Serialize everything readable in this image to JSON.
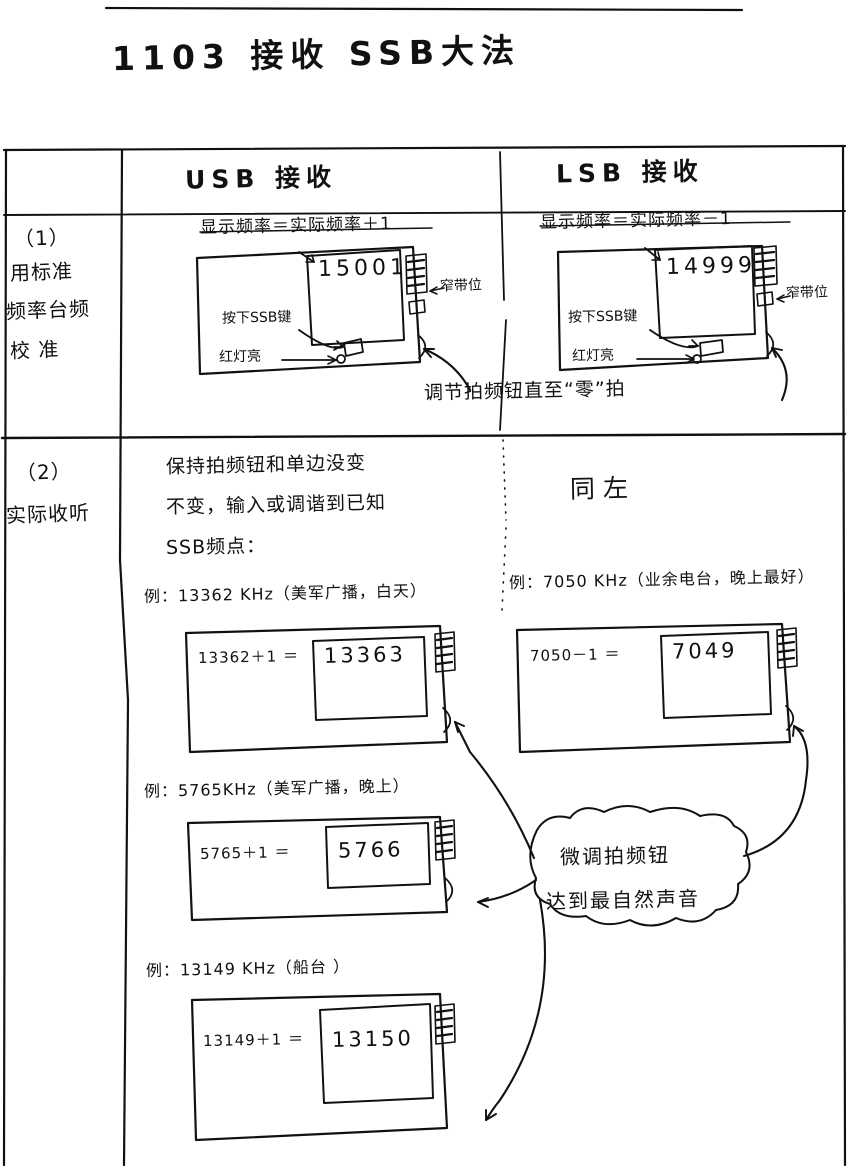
{
  "page": {
    "title": "1103  接收 SSB大法"
  },
  "table": {
    "columns": [
      {
        "header": "USB 接收"
      },
      {
        "header": "LSB 接收"
      }
    ],
    "rows": [
      {
        "label_number": "（1）",
        "label_text": "用标准\n频率台频\n校  准",
        "label_line1": "用标准",
        "label_line2": "频率台频",
        "label_line3": "校 准",
        "usb": {
          "formula": "显示频率＝实际频率＋1",
          "display_value": "15001",
          "button_note": "按下SSB键",
          "led_note": "红灯亮",
          "side_note": "窄带位"
        },
        "lsb": {
          "formula": "显示频率＝实际频率－1",
          "display_value": "14999",
          "button_note": "按下SSB键",
          "led_note": "红灯亮",
          "side_note": "窄带位"
        },
        "bottom_note": "调节拍频钮直至“零”拍"
      },
      {
        "label_number": "（2）",
        "label_text": "实际收听",
        "usb": {
          "instruction_line1": "保持拍频钮和单边没变",
          "instruction_line2": "不变，输入或调谐到已知",
          "instruction_line3": "SSB频点：",
          "examples": [
            {
              "caption": "例：13362 KHz（美军广播，白天）",
              "calc_left": "13362＋1 ＝",
              "calc_result": "13363"
            },
            {
              "caption": "例：5765KHz（美军广播，晚上）",
              "calc_left": "5765＋1 ＝",
              "calc_result": "5766"
            },
            {
              "caption": "例：13149 KHz（船台 ）",
              "calc_left": "13149＋1 ＝",
              "calc_result": "13150"
            }
          ]
        },
        "lsb": {
          "same_as_left": "同左",
          "examples": [
            {
              "caption": "例：7050 KHz（业余电台，晚上最好）",
              "calc_left": "7050－1 ＝",
              "calc_result": "7049"
            }
          ]
        },
        "bubble_note_line1": "微调拍频钮",
        "bubble_note_line2": "达到最自然声音"
      }
    ]
  },
  "colors": {
    "ink": "#111111",
    "paper": "#ffffff"
  }
}
